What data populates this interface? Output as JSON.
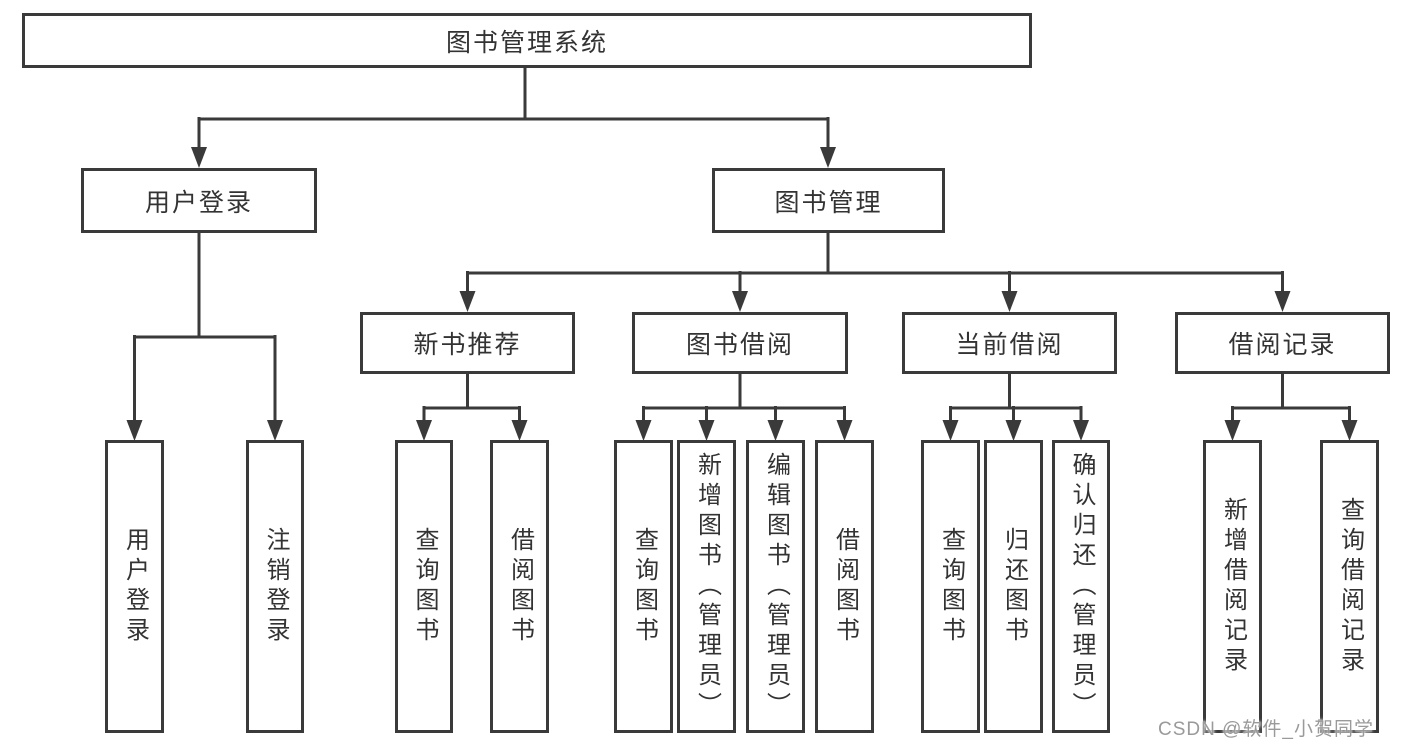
{
  "diagram": {
    "root": "图书管理系统",
    "user_login": {
      "label": "用户登录",
      "children": [
        "用户登录",
        "注销登录"
      ]
    },
    "book_management": {
      "label": "图书管理",
      "sections": [
        {
          "label": "新书推荐",
          "children": [
            "查询图书",
            "借阅图书"
          ]
        },
        {
          "label": "图书借阅",
          "children": [
            "查询图书",
            "新增图书（管理员）",
            "编辑图书（管理员）",
            "借阅图书"
          ]
        },
        {
          "label": "当前借阅",
          "children": [
            "查询图书",
            "归还图书",
            "确认归还（管理员）"
          ]
        },
        {
          "label": "借阅记录",
          "children": [
            "新增借阅记录",
            "查询借阅记录"
          ]
        }
      ]
    }
  },
  "watermark": {
    "text": "CSDN @软件_小贺同学",
    "color": "#9a9a9a"
  },
  "colors": {
    "line": "#3a3a3a",
    "text": "#333333",
    "background": "#ffffff"
  }
}
